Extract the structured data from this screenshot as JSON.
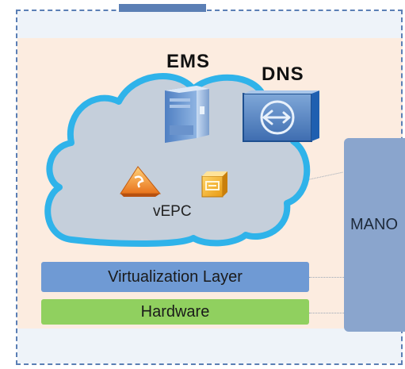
{
  "labels": {
    "ems": "EMS",
    "dns": "DNS",
    "vepc": "vEPC",
    "mano": "MANO",
    "virtualization_layer": "Virtualization Layer",
    "hardware": "Hardware"
  },
  "colors": {
    "panel_background": "#fcece0",
    "cloud_fill": "#c5cfdb",
    "cloud_outline": "#2fb3ea",
    "virtualization_bar": "#6f9ad4",
    "hardware_bar": "#90d05f",
    "mano_block": "#8aa5cd",
    "frame_border": "#5b7fb5"
  },
  "icons": {
    "ems": "server-icon",
    "dns": "router-icon",
    "vepc_network_function_1": "triangle-node-icon",
    "vepc_network_function_2": "cube-node-icon"
  }
}
